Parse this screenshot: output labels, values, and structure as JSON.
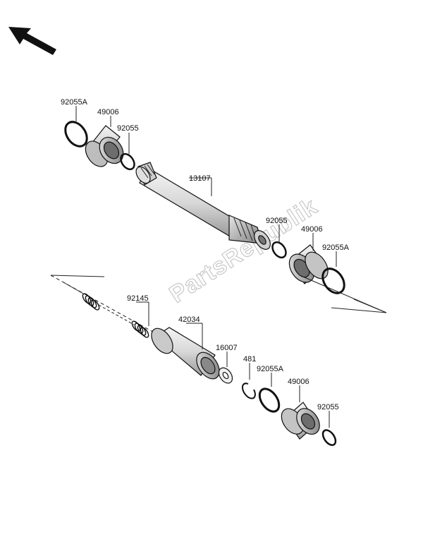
{
  "watermark": "PartsRepublik",
  "icons": {
    "orientation": "arrow-up-left-icon"
  },
  "labels": {
    "top_oring_left": "92055A",
    "top_housing_left": "49006",
    "top_seal_left": "92055",
    "shaft": "13107",
    "top_seal_right": "92055",
    "top_housing_right": "49006",
    "top_oring_right": "92055A",
    "spring": "92145",
    "coupling": "42034",
    "washer": "16007",
    "circlip": "481",
    "bottom_oring": "92055A",
    "bottom_housing": "49006",
    "bottom_seal": "92055"
  }
}
